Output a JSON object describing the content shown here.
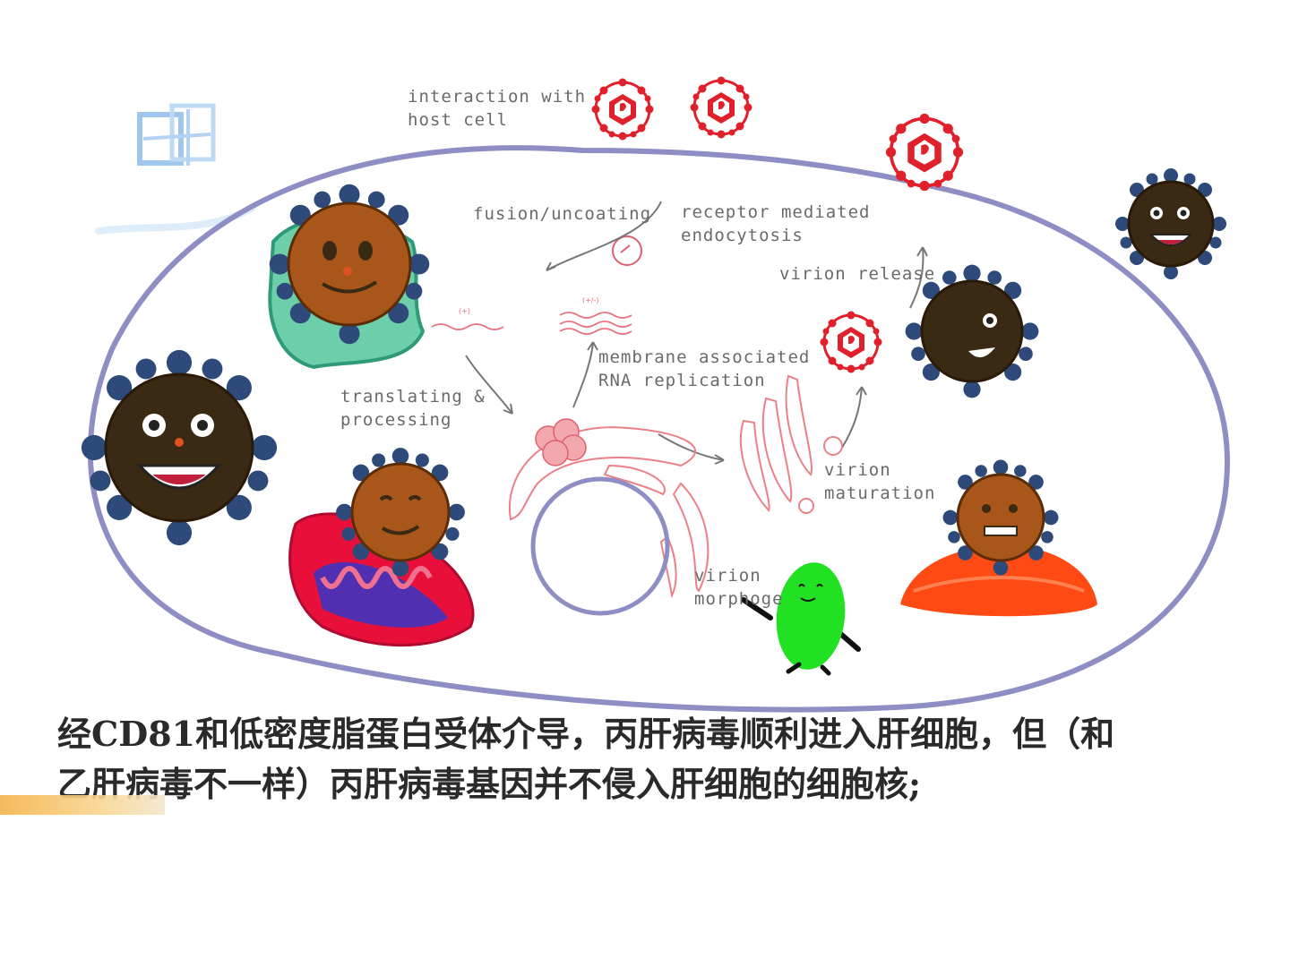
{
  "labels": {
    "interaction_line1": "interaction with",
    "interaction_line2": "host cell",
    "fusion": "fusion/uncoating",
    "receptor_line1": "receptor mediated",
    "receptor_line2": "endocytosis",
    "virion_release": "virion release",
    "membrane_line1": "membrane associated",
    "membrane_line2": "RNA replication",
    "translating_line1": "translating &",
    "translating_line2": "processing",
    "maturation_line1": "virion",
    "maturation_line2": "maturation",
    "morphogenesis_line1": "virion",
    "morphogenesis_line2": "morphoge"
  },
  "caption": {
    "line1": "经CD81和低密度脂蛋白受体介导，丙肝病毒顺利进入肝细胞，但（和",
    "line2": "乙肝病毒不一样）丙肝病毒基因并不侵入肝细胞的细胞核;"
  },
  "colors": {
    "cell_outline": "#8e8ec4",
    "virion_red": "#e0202a",
    "virus_body": "#8a4a12",
    "virus_dark": "#3a2a14",
    "spike_blue": "#2d4a7a",
    "green_blob": "#22e022",
    "orange_blob": "#ff4a14",
    "teal_blob": "#6ccfaa",
    "red_blob": "#e8103a"
  },
  "icons": [
    "logo-icon",
    "virion-icon",
    "virus-character-icon",
    "green-blob-character-icon"
  ]
}
